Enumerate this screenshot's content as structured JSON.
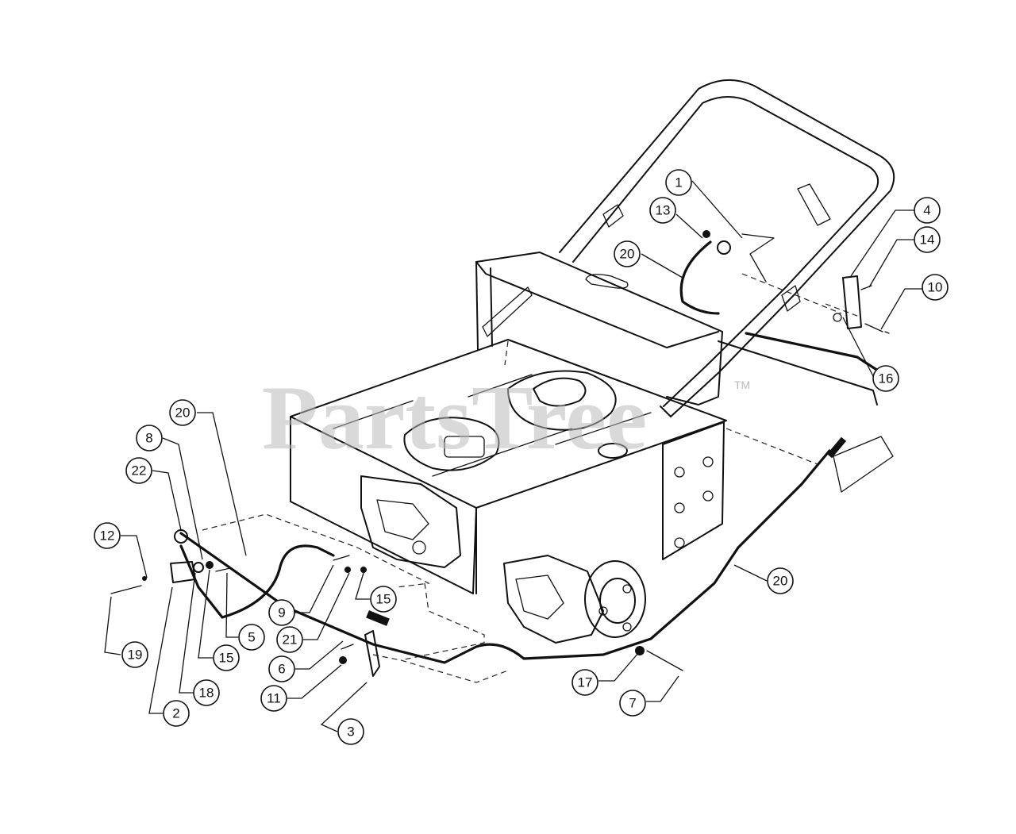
{
  "watermark": {
    "brand": "PartsTree",
    "trademark": "TM"
  },
  "callouts": [
    {
      "label": "1"
    },
    {
      "label": "13"
    },
    {
      "label": "20"
    },
    {
      "label": "4"
    },
    {
      "label": "14"
    },
    {
      "label": "10"
    },
    {
      "label": "16"
    },
    {
      "label": "20"
    },
    {
      "label": "8"
    },
    {
      "label": "22"
    },
    {
      "label": "12"
    },
    {
      "label": "19"
    },
    {
      "label": "2"
    },
    {
      "label": "18"
    },
    {
      "label": "15"
    },
    {
      "label": "5"
    },
    {
      "label": "9"
    },
    {
      "label": "21"
    },
    {
      "label": "15"
    },
    {
      "label": "6"
    },
    {
      "label": "11"
    },
    {
      "label": "3"
    },
    {
      "label": "17"
    },
    {
      "label": "7"
    },
    {
      "label": "20"
    }
  ]
}
